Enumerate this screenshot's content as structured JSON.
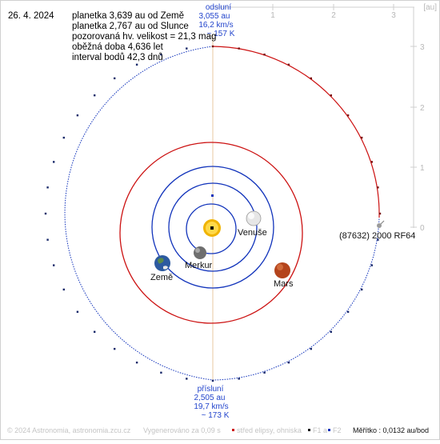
{
  "date": "26. 4. 2024",
  "info_lines": [
    "planetka 3,639 au od Země",
    "planetka 2,767 au od Slunce",
    "pozorovaná hv. velikost = 21,3 mag",
    "oběžná doba 4,636 let",
    "interval bodů 42,3 dnů"
  ],
  "axis": {
    "unit": "[au]",
    "x_ticks": [
      "1",
      "2",
      "3"
    ],
    "y_ticks": [
      "3",
      "2",
      "1",
      "0"
    ]
  },
  "aphelion": {
    "title": "odsluní",
    "dist": "3,055 au",
    "speed": "16,2 km/s",
    "temp": "~ 157 K"
  },
  "perihelion": {
    "title": "přísluní",
    "dist": "2,505 au",
    "speed": "19,7 km/s",
    "temp": "~ 173 K"
  },
  "asteroid_label": "(87632) 2000 RF64",
  "planets": {
    "venus": "Venuše",
    "mercury": "Merkur",
    "earth": "Země",
    "mars": "Mars"
  },
  "footer": {
    "copyright": "© 2024 Astronomia, astronomia.zcu.cz",
    "generated": "Vygenerováno za 0,09 s",
    "center_legend": "střed elipsy, ohniska",
    "f1_label": "F1 a",
    "f2_label": "F2",
    "scale": "Měřítko : 0,0132 au/bod"
  },
  "colors": {
    "red_orbit": "#cc1111",
    "blue_orbit": "#1133bb",
    "axis_gray": "#cfcfcf",
    "apse_line": "#e8c8a0"
  }
}
